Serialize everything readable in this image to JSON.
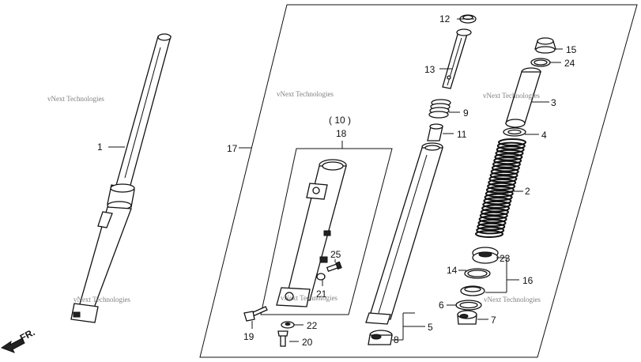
{
  "callouts": [
    {
      "id": "c1",
      "text": "1"
    },
    {
      "id": "c2",
      "text": "2"
    },
    {
      "id": "c3",
      "text": "3"
    },
    {
      "id": "c4",
      "text": "4"
    },
    {
      "id": "c5",
      "text": "5"
    },
    {
      "id": "c6",
      "text": "6"
    },
    {
      "id": "c7",
      "text": "7"
    },
    {
      "id": "c8",
      "text": "8"
    },
    {
      "id": "c9",
      "text": "9"
    },
    {
      "id": "c10",
      "text": "( 10 )"
    },
    {
      "id": "c11",
      "text": "11"
    },
    {
      "id": "c12",
      "text": "12"
    },
    {
      "id": "c13",
      "text": "13"
    },
    {
      "id": "c14",
      "text": "14"
    },
    {
      "id": "c15",
      "text": "15"
    },
    {
      "id": "c16",
      "text": "16"
    },
    {
      "id": "c17",
      "text": "17"
    },
    {
      "id": "c18",
      "text": "18"
    },
    {
      "id": "c19",
      "text": "19"
    },
    {
      "id": "c20",
      "text": "20"
    },
    {
      "id": "c21",
      "text": "21"
    },
    {
      "id": "c22",
      "text": "22"
    },
    {
      "id": "c23",
      "text": "23"
    },
    {
      "id": "c24",
      "text": "24"
    },
    {
      "id": "c25",
      "text": "25"
    }
  ],
  "watermark": "vNext Technologies",
  "direction_label": "FR."
}
